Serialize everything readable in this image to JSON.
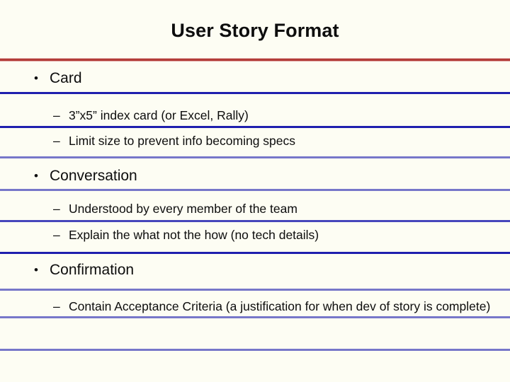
{
  "slide": {
    "title": "User Story Format",
    "background_color": "#fdfdf3",
    "title_color": "#0d0d0d",
    "title_rule_color": "#b23b36",
    "rule_color_dark": "#1f1fae",
    "rule_color_light": "#7777c9",
    "bullet_marker": "•",
    "sub_bullet_marker": "–",
    "sections": [
      {
        "heading": "Card",
        "items": [
          "3”x5” index card (or Excel, Rally)",
          "Limit size to prevent info becoming specs"
        ]
      },
      {
        "heading": "Conversation",
        "items": [
          "Understood by every member of the team",
          "Explain the what not the how (no tech details)"
        ]
      },
      {
        "heading": "Confirmation",
        "items": [
          "Contain Acceptance Criteria (a justification for when dev of story is complete)"
        ]
      }
    ]
  }
}
